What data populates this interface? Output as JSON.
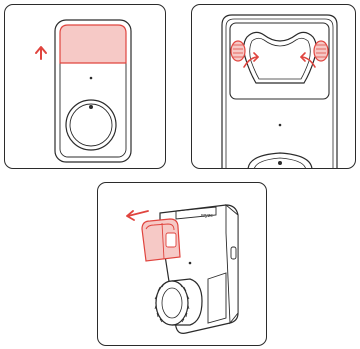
{
  "diagram": {
    "panels": [
      {
        "id": "step-1",
        "description_key": "lift-cover-up",
        "arrow_direction": "up"
      },
      {
        "id": "step-2",
        "description_key": "squeeze-side-clips",
        "arrow_direction": "inward"
      },
      {
        "id": "step-3",
        "description_key": "pull-module-out",
        "arrow_direction": "left",
        "device_label": "wyze"
      }
    ],
    "colors": {
      "outline": "#2b2b2b",
      "accent": "#e0443e",
      "accent_fill": "#f6c9c6",
      "background": "#ffffff"
    }
  }
}
